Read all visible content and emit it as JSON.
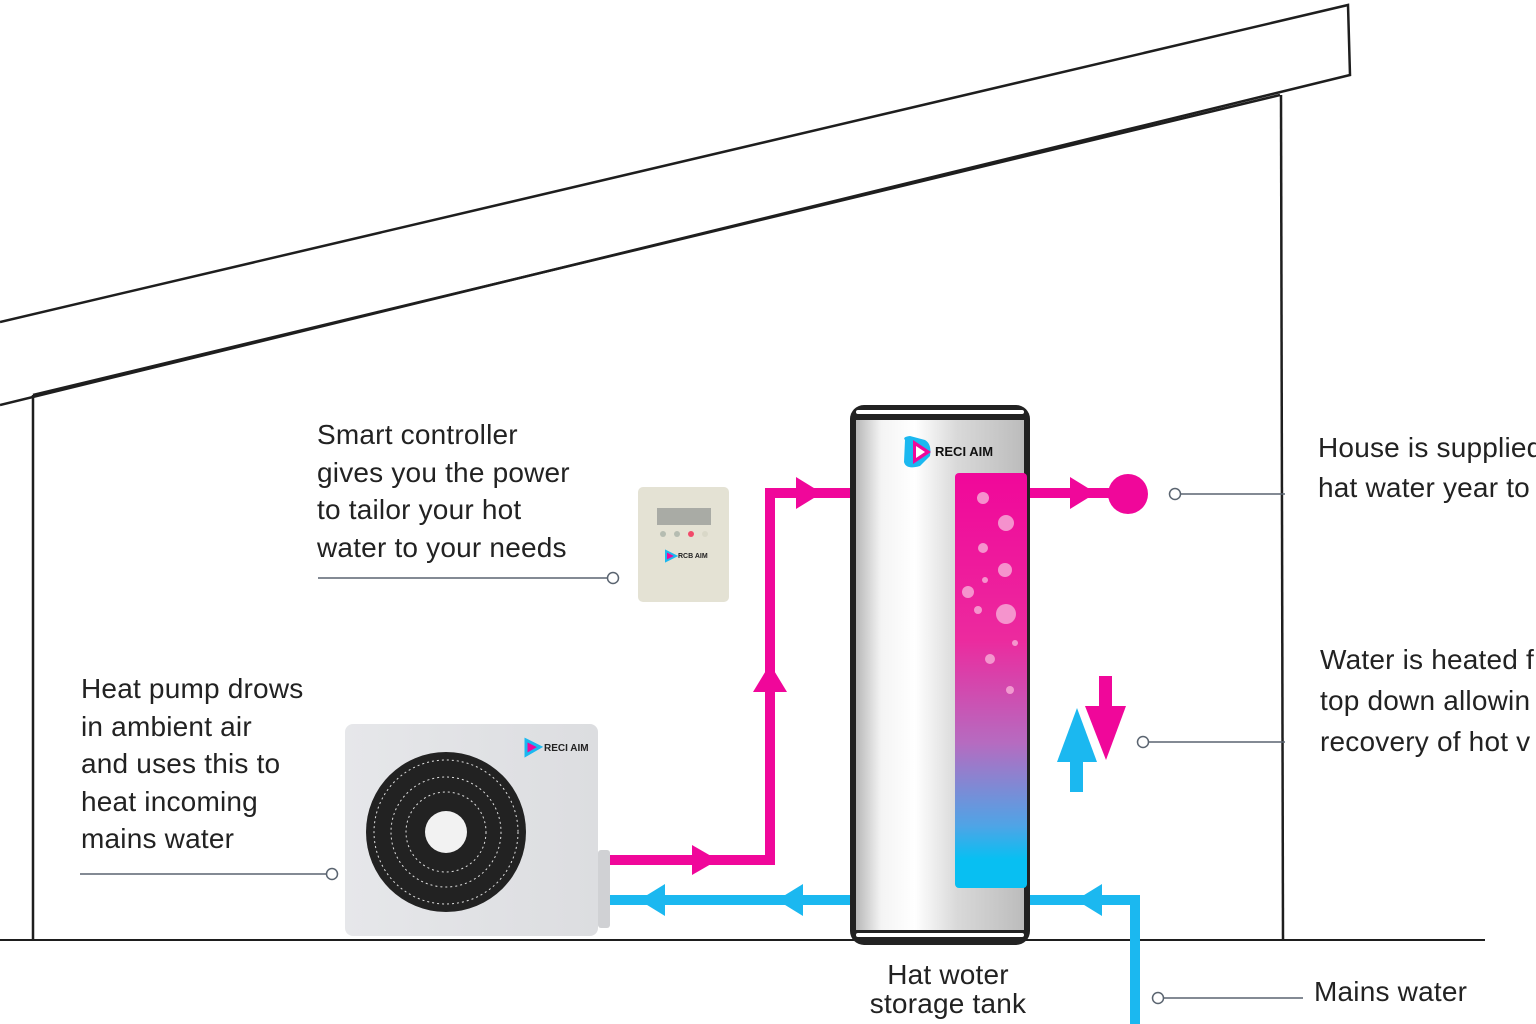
{
  "labels": {
    "smart_controller": [
      "Smart controller",
      "gives you the power",
      "to tailor your hot",
      "water to your needs"
    ],
    "heat_pump": [
      "Heat pump drows",
      "in ambient air",
      "and uses this to",
      "heat incoming",
      "mains water"
    ],
    "house_supplied": [
      "House is supplied",
      "hat water year to"
    ],
    "water_heated": [
      "Water is heated f",
      "top down allowin",
      "recovery of hot v"
    ],
    "mains_water": "Mains water",
    "tank": [
      "Hat woter",
      "storage tank"
    ]
  },
  "brand": {
    "tank_logo": "RECI AIM",
    "heat_pump_logo": "RECI AIM",
    "controller_logo": "RCB AIM"
  },
  "colors": {
    "hot": "#f0079a",
    "cold": "#1bb8f0",
    "outline": "#1e1e1e",
    "leader": "#5a6470"
  }
}
